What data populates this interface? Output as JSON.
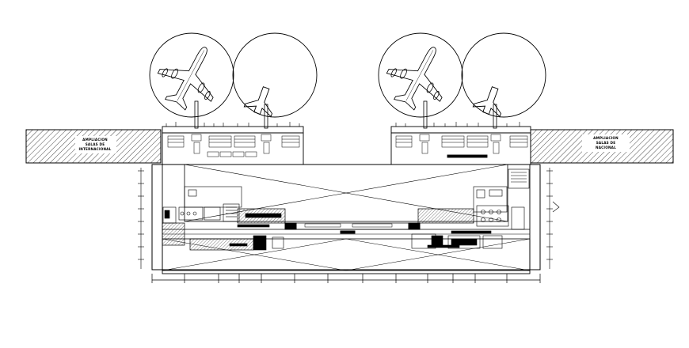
{
  "wings": {
    "left": {
      "line1": "AMPLIACION",
      "line2": "SALAS DE",
      "line3": "INTERNACIONAL"
    },
    "right": {
      "line1": "AMPLIACION",
      "line2": "SALAS DE",
      "line3": "NACIONAL"
    }
  },
  "colors": {
    "line": "#000000",
    "background": "#ffffff",
    "hatch": "#000000"
  },
  "icons": [
    "airplane-icon",
    "airplane-tail-icon"
  ]
}
